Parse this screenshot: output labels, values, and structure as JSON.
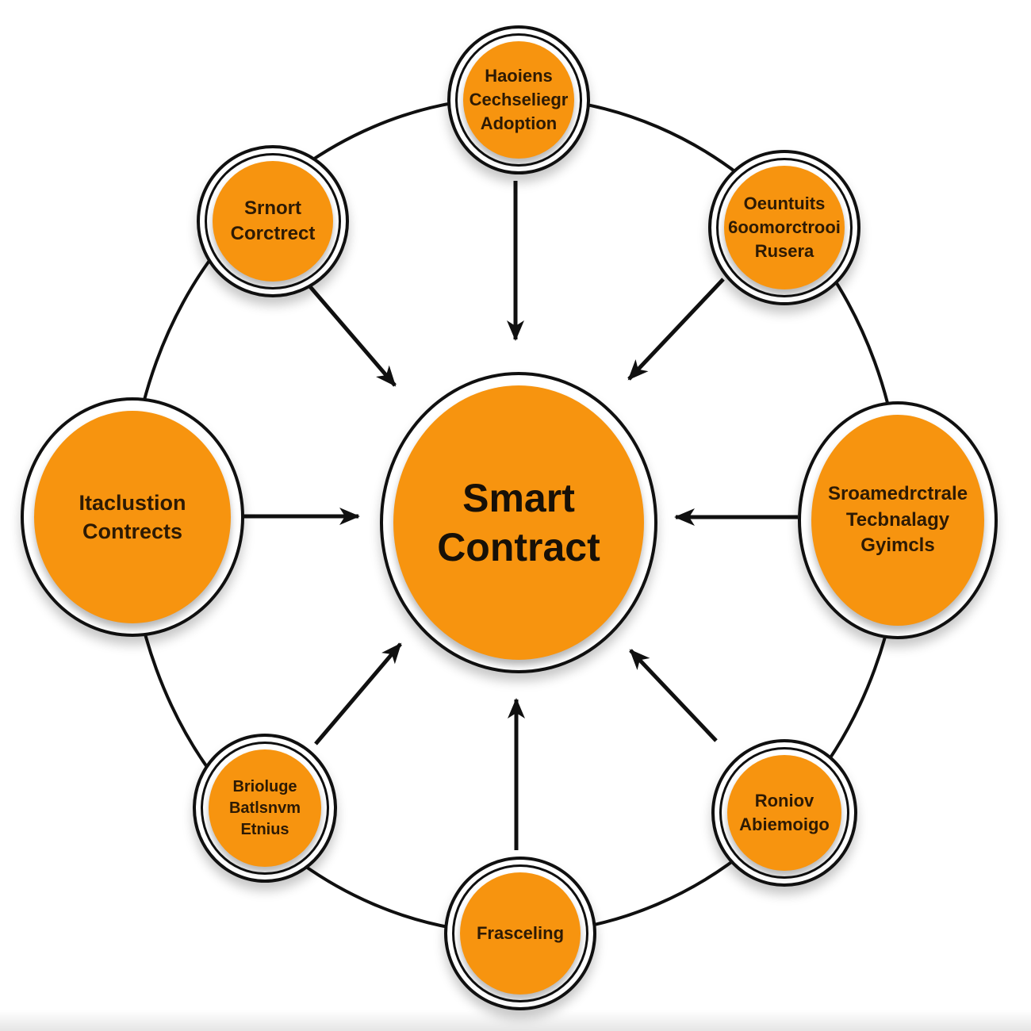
{
  "diagram": {
    "center": {
      "label": "Smart\nContract"
    },
    "nodes": [
      {
        "id": "top",
        "label": "Haoiens\nCechseliegr\nAdoption"
      },
      {
        "id": "top-left",
        "label": "Srnort\nCorctrect"
      },
      {
        "id": "top-right",
        "label": "Oeuntuits\n6oomorctrooi\nRusera"
      },
      {
        "id": "left",
        "label": "Itaclustion\nContrects"
      },
      {
        "id": "right",
        "label": "Sroamedrctrale\nTecbnalagy\nGyimcls"
      },
      {
        "id": "bottom-left",
        "label": "Brioluge\nBatlsnvm\nEtnius"
      },
      {
        "id": "bottom-right",
        "label": "Roniov\nAbiemoigo"
      },
      {
        "id": "bottom",
        "label": "Frasceling"
      }
    ],
    "colors": {
      "node_fill": "#F7940F",
      "stroke": "#101010",
      "label_text": "#2d1a04"
    }
  }
}
